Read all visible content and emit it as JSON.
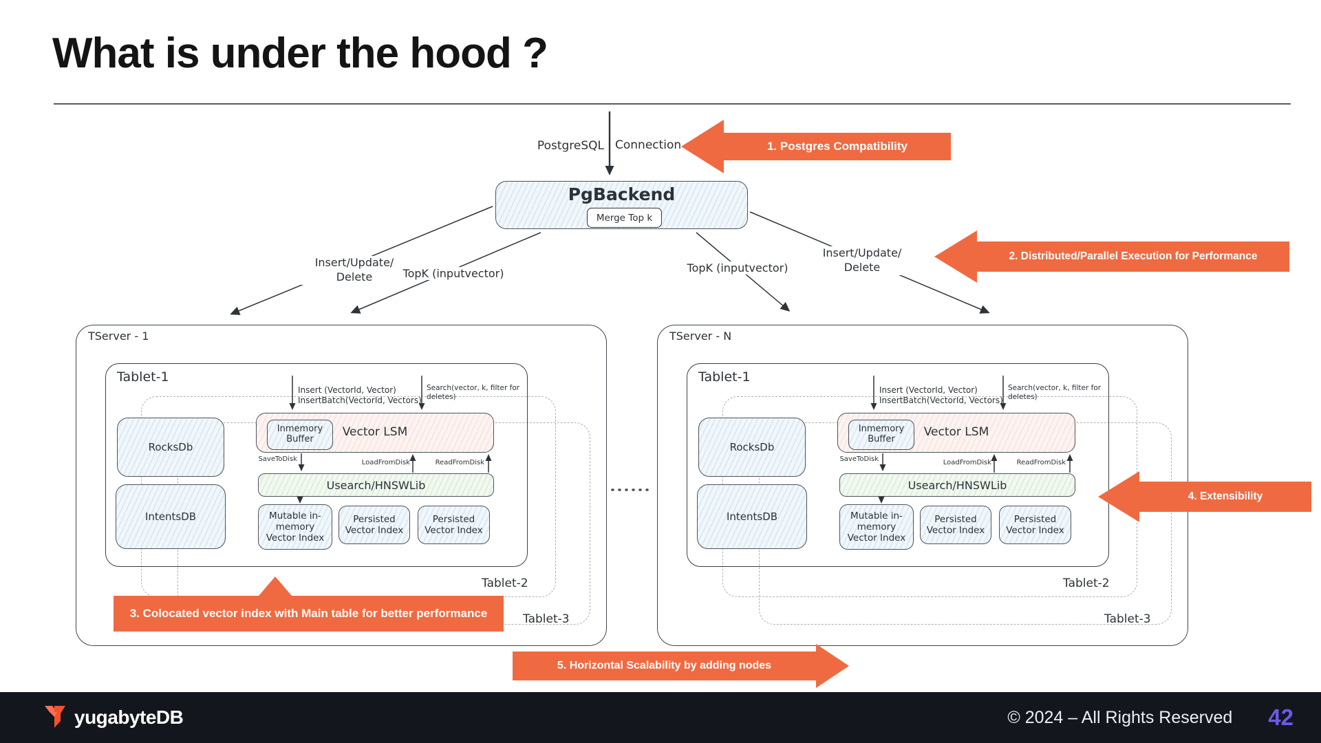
{
  "slide": {
    "title": "What is under the hood ?"
  },
  "diagram": {
    "connection": {
      "left": "PostgreSQL",
      "right": "Connection"
    },
    "pgbackend": {
      "title": "PgBackend",
      "merge": "Merge Top k"
    },
    "edges": {
      "left_iud": "Insert/Update/\nDelete",
      "left_topk": "TopK (inputvector)",
      "right_topk": "TopK (inputvector)",
      "right_iud": "Insert/Update/\nDelete"
    },
    "tservers": [
      {
        "label": "TServer - 1"
      },
      {
        "label": "TServer - N"
      }
    ],
    "tablet": {
      "title": "Tablet-1",
      "insert_label": "Insert (VectorId, Vector)\nInsertBatch(VectorId, Vectors)",
      "search_label": "Search(vector, k, filter for\ndeletes)",
      "rocksdb": "RocksDb",
      "intentsdb": "IntentsDB",
      "inmemory_buffer": "Inmemory\nBuffer",
      "vector_lsm": "Vector LSM",
      "save_to_disk": "SaveToDisk",
      "load_from_disk": "LoadFromDisk",
      "read_from_disk": "ReadFromDisk",
      "usearch": "Usearch/HNSWLib",
      "mutable_index": "Mutable in-\nmemory\nVector Index",
      "persisted_index": "Persisted\nVector Index",
      "tablet2_label": "Tablet-2",
      "tablet3_label": "Tablet-3"
    }
  },
  "callouts": [
    {
      "label": "1. Postgres Compatibility",
      "direction": "left"
    },
    {
      "label": "2. Distributed/Parallel Execution for Performance",
      "direction": "left"
    },
    {
      "label": "3. Colocated vector index with Main table for better performance",
      "direction": "up"
    },
    {
      "label": "4. Extensibility",
      "direction": "left"
    },
    {
      "label": "5. Horizontal Scalability by adding nodes",
      "direction": "right"
    }
  ],
  "footer": {
    "brand": "yugabyteDB",
    "copyright": "© 2024 – All Rights Reserved",
    "page": "42"
  },
  "colors": {
    "accent_orange": "#F06A41",
    "footer_bg": "#14161E",
    "page_number_purple": "#6D5AE8",
    "box_blue": "#F1F7FB",
    "box_pink": "#FDF4F1",
    "box_green": "#F2F9F0",
    "ink": "#2D3237"
  }
}
